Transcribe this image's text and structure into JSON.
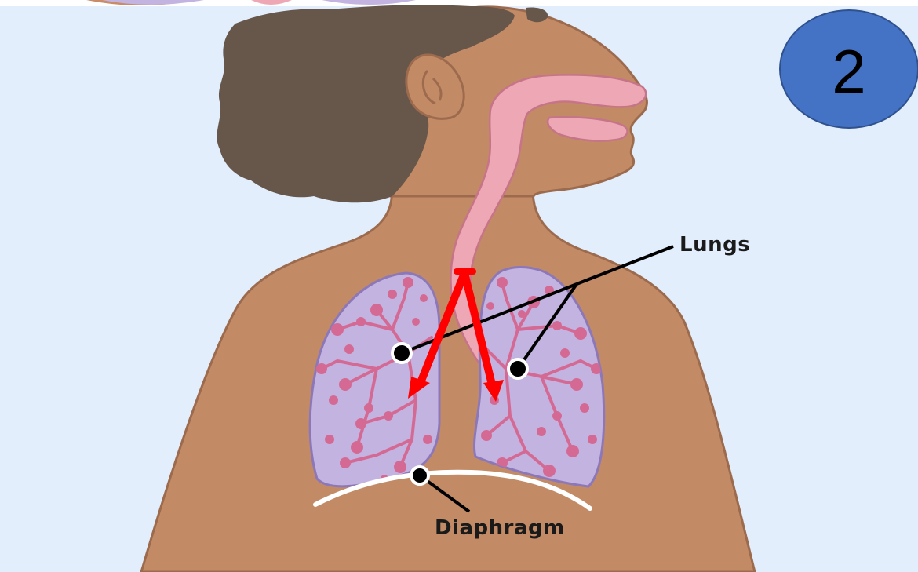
{
  "labels": {
    "lungs": "Lungs",
    "diaphragm": "Diaphragm"
  },
  "badge": {
    "number": "2"
  },
  "colors": {
    "background": "#e2eefc",
    "skin": "#c38a66",
    "skin_outline": "#9c6a4d",
    "hair": "#67564a",
    "airway": "#eda7b5",
    "lung_fill": "#c3b3e0",
    "lung_outline": "#8c78b8",
    "bronchi": "#d46a94",
    "arrow": "#ff0000",
    "badge_fill": "#4472c4",
    "badge_stroke": "#2f528f"
  }
}
